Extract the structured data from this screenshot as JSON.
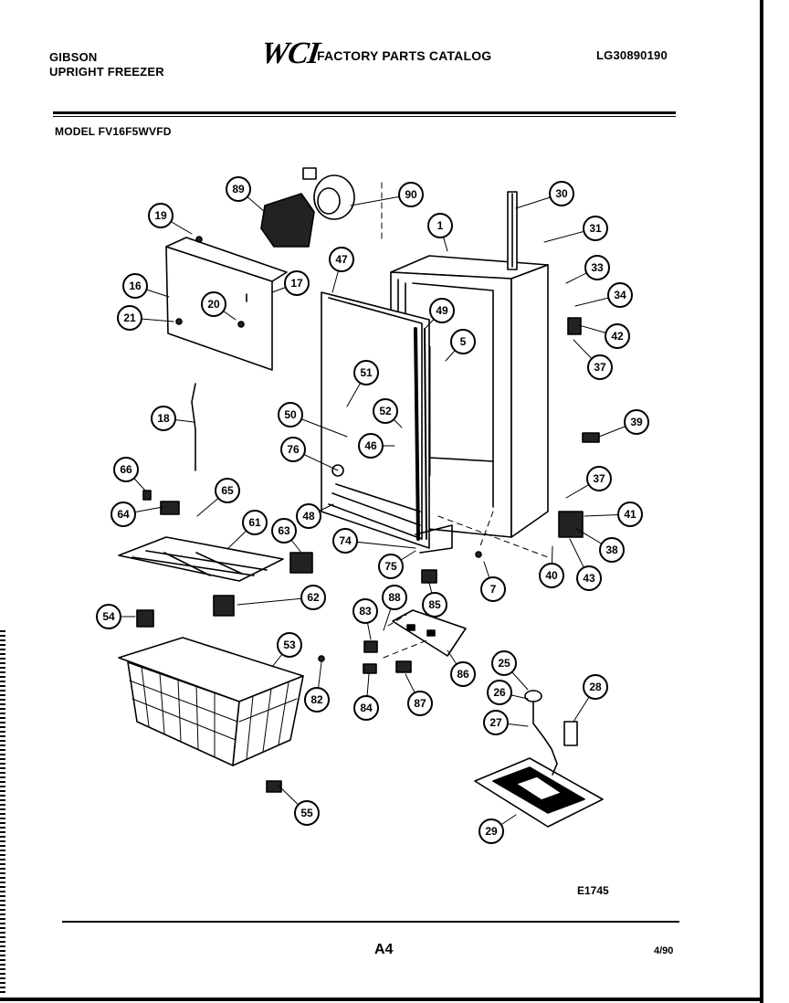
{
  "header": {
    "brand": "GIBSON",
    "product": "UPRIGHT FREEZER",
    "logo_text": "WCI",
    "catalog_title": "FACTORY PARTS CATALOG",
    "catalog_id": "LG30890190",
    "model": "MODEL FV16F5WVFD"
  },
  "diagram": {
    "part_callouts": [
      "1",
      "5",
      "7",
      "16",
      "17",
      "18",
      "19",
      "20",
      "21",
      "25",
      "26",
      "27",
      "28",
      "29",
      "30",
      "31",
      "33",
      "34",
      "37",
      "37",
      "38",
      "39",
      "40",
      "41",
      "42",
      "43",
      "46",
      "47",
      "48",
      "49",
      "50",
      "51",
      "52",
      "53",
      "54",
      "55",
      "61",
      "62",
      "63",
      "64",
      "65",
      "66",
      "74",
      "75",
      "76",
      "82",
      "83",
      "84",
      "85",
      "86",
      "87",
      "88",
      "89",
      "90"
    ]
  },
  "footer": {
    "drawing_id": "E1745",
    "page_number": "A4",
    "date": "4/90"
  }
}
